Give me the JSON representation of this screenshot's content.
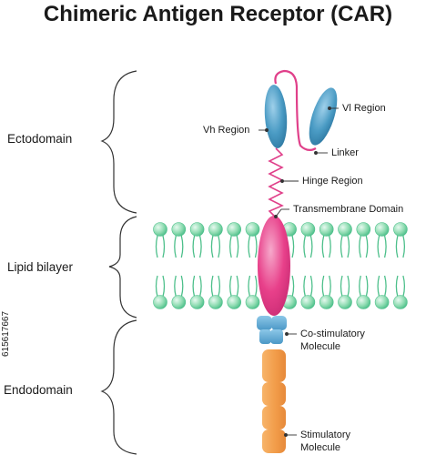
{
  "title": "Chimeric Antigen Receptor (CAR)",
  "regions": {
    "ectodomain": "Ectodomain",
    "lipid_bilayer": "Lipid bilayer",
    "endodomain": "Endodomain"
  },
  "parts": {
    "vh_region": "Vh Region",
    "vl_region": "Vl Region",
    "linker": "Linker",
    "hinge_region": "Hinge Region",
    "transmembrane_domain": "Transmembrane Domain",
    "costim_line1": "Co-stimulatory",
    "costim_line2": "Molecule",
    "stim_line1": "Stimulatory",
    "stim_line2": "Molecule"
  },
  "stock_id": "615617667",
  "colors": {
    "vh_vl": "#4a9bc4",
    "linker": "#e0408a",
    "transmembrane": "#e8408a",
    "lipid": "#4cbf8a",
    "costim": "#5aa9d4",
    "stim": "#f29d4a"
  }
}
